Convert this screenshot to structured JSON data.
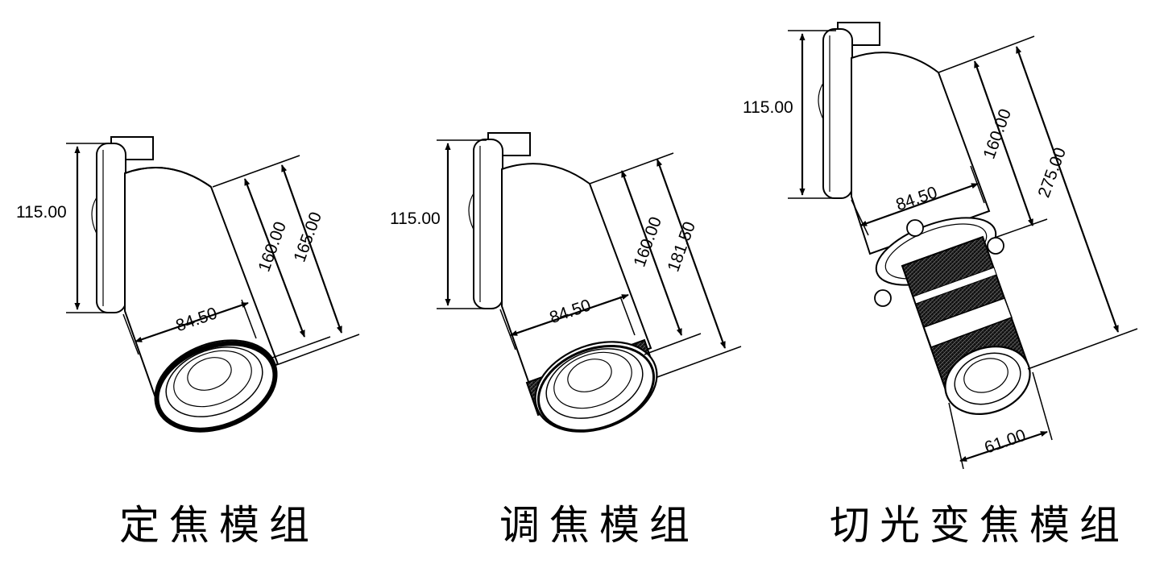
{
  "modules": [
    {
      "caption": "定焦模组",
      "dims": {
        "bracket_height": "115.00",
        "diameter": "84.50",
        "body_length": "160.00",
        "total_length": "165.00"
      }
    },
    {
      "caption": "调焦模组",
      "dims": {
        "bracket_height": "115.00",
        "diameter": "84.50",
        "body_length": "160.00",
        "total_length": "181.50"
      }
    },
    {
      "caption": "切光变焦模组",
      "dims": {
        "bracket_height": "115.00",
        "diameter": "84.50",
        "body_length": "160.00",
        "total_length": "275.00",
        "lens_diameter": "61.00"
      }
    }
  ]
}
